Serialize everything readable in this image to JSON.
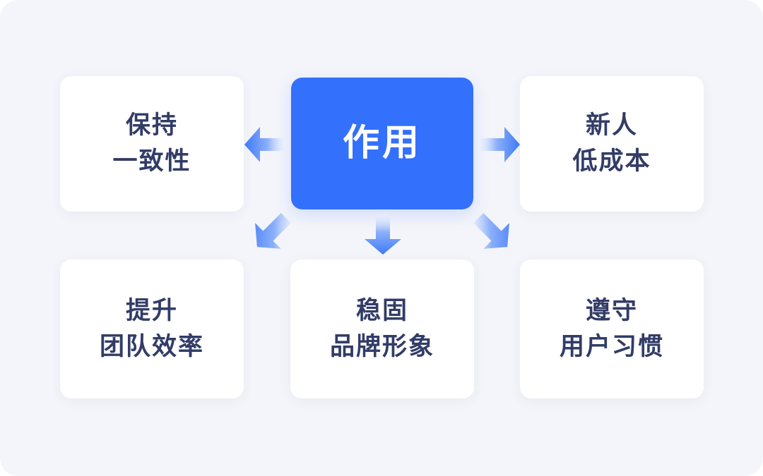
{
  "diagram": {
    "background_color": "#f4f5fa",
    "accent_color": "#3370fb",
    "card_text_color": "#323c67",
    "center": {
      "label": "作用",
      "name": "center-node"
    },
    "cards": [
      {
        "id": "card-tl",
        "line1": "保持",
        "line2": "一致性",
        "position": "top-left"
      },
      {
        "id": "card-tr",
        "line1": "新人",
        "line2": "低成本",
        "position": "top-right"
      },
      {
        "id": "card-bl",
        "line1": "提升",
        "line2": "团队效率",
        "position": "bottom-left"
      },
      {
        "id": "card-bm",
        "line1": "稳固",
        "line2": "品牌形象",
        "position": "bottom-middle"
      },
      {
        "id": "card-br",
        "line1": "遵守",
        "line2": "用户习惯",
        "position": "bottom-right"
      }
    ],
    "arrows": [
      {
        "id": "arrow-left",
        "icon": "arrow-left-icon",
        "direction": "left",
        "from": "center",
        "to": "card-tl"
      },
      {
        "id": "arrow-right",
        "icon": "arrow-right-icon",
        "direction": "right",
        "from": "center",
        "to": "card-tr"
      },
      {
        "id": "arrow-dl",
        "icon": "arrow-down-left-icon",
        "direction": "down-left",
        "from": "center",
        "to": "card-bl"
      },
      {
        "id": "arrow-down",
        "icon": "arrow-down-icon",
        "direction": "down",
        "from": "center",
        "to": "card-bm"
      },
      {
        "id": "arrow-dr",
        "icon": "arrow-down-right-icon",
        "direction": "down-right",
        "from": "center",
        "to": "card-br"
      }
    ]
  }
}
